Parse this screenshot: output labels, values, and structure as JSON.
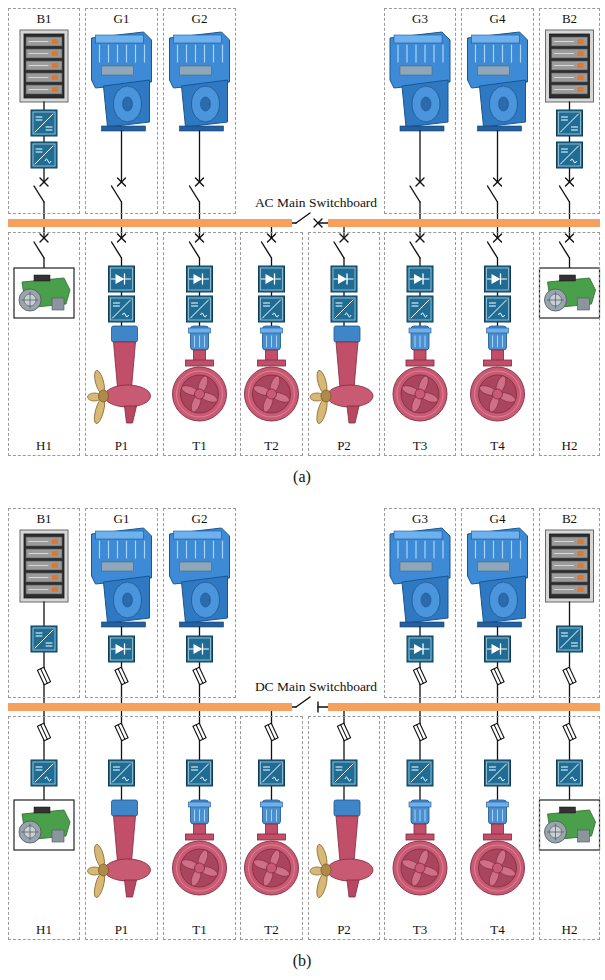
{
  "diagram": {
    "nodes": [
      {
        "text": [
          "B1"
        ]
      },
      {
        "text": [
          "G1"
        ]
      },
      {
        "text": [
          "G2"
        ]
      },
      {
        "text": [
          "G3"
        ]
      },
      {
        "text": [
          "G4"
        ]
      },
      {
        "text": [
          "B2"
        ]
      },
      {
        "text": [
          "AC Main Switchboard"
        ]
      },
      {
        "text": [
          "H1"
        ]
      },
      {
        "text": [
          "P1"
        ]
      },
      {
        "text": [
          "T1"
        ]
      },
      {
        "text": [
          "T2"
        ]
      },
      {
        "text": [
          "P2"
        ]
      },
      {
        "text": [
          "T3"
        ]
      },
      {
        "text": [
          "T4"
        ]
      },
      {
        "text": [
          "H2"
        ]
      },
      {
        "text": [
          "B1"
        ]
      },
      {
        "text": [
          "G1"
        ]
      },
      {
        "text": [
          "G2"
        ]
      },
      {
        "text": [
          "G3"
        ]
      },
      {
        "text": [
          "G4"
        ]
      },
      {
        "text": [
          "B2"
        ]
      },
      {
        "text": [
          "DC Main Switchboard"
        ]
      },
      {
        "text": [
          "H1"
        ]
      },
      {
        "text": [
          "P1"
        ]
      },
      {
        "text": [
          "T1"
        ]
      },
      {
        "text": [
          "T2"
        ]
      },
      {
        "text": [
          "P2"
        ]
      },
      {
        "text": [
          "T3"
        ]
      },
      {
        "text": [
          "T4"
        ]
      },
      {
        "text": [
          "H2"
        ]
      }
    ],
    "edges": [
      {
        "from": 0,
        "to": 6,
        "arrow": "none"
      },
      {
        "from": 1,
        "to": 6,
        "arrow": "none"
      },
      {
        "from": 2,
        "to": 6,
        "arrow": "none"
      },
      {
        "from": 3,
        "to": 6,
        "arrow": "none"
      },
      {
        "from": 4,
        "to": 6,
        "arrow": "none"
      },
      {
        "from": 5,
        "to": 6,
        "arrow": "none"
      },
      {
        "from": 6,
        "to": 7,
        "arrow": "none"
      },
      {
        "from": 6,
        "to": 8,
        "arrow": "none"
      },
      {
        "from": 6,
        "to": 9,
        "arrow": "none"
      },
      {
        "from": 6,
        "to": 10,
        "arrow": "none"
      },
      {
        "from": 6,
        "to": 11,
        "arrow": "none"
      },
      {
        "from": 6,
        "to": 12,
        "arrow": "none"
      },
      {
        "from": 6,
        "to": 13,
        "arrow": "none"
      },
      {
        "from": 6,
        "to": 14,
        "arrow": "none"
      },
      {
        "from": 15,
        "to": 21,
        "arrow": "none"
      },
      {
        "from": 16,
        "to": 21,
        "arrow": "none"
      },
      {
        "from": 17,
        "to": 21,
        "arrow": "none"
      },
      {
        "from": 18,
        "to": 21,
        "arrow": "none"
      },
      {
        "from": 19,
        "to": 21,
        "arrow": "none"
      },
      {
        "from": 20,
        "to": 21,
        "arrow": "none"
      },
      {
        "from": 21,
        "to": 22,
        "arrow": "none"
      },
      {
        "from": 21,
        "to": 23,
        "arrow": "none"
      },
      {
        "from": 21,
        "to": 24,
        "arrow": "none"
      },
      {
        "from": 21,
        "to": 25,
        "arrow": "none"
      },
      {
        "from": 21,
        "to": 26,
        "arrow": "none"
      },
      {
        "from": 21,
        "to": 27,
        "arrow": "none"
      },
      {
        "from": 21,
        "to": 28,
        "arrow": "none"
      },
      {
        "from": 21,
        "to": 29,
        "arrow": "none"
      }
    ],
    "labels": [
      "(a)",
      "(b)"
    ]
  }
}
